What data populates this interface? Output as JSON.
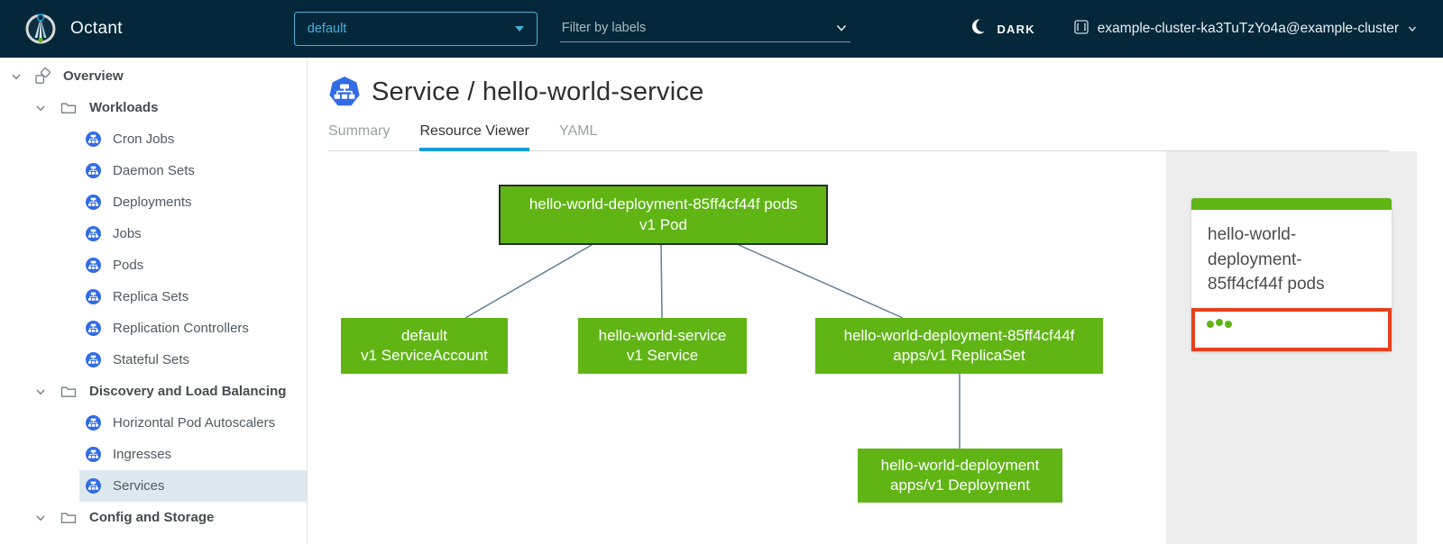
{
  "header": {
    "app_title": "Octant",
    "namespace_dropdown": {
      "value": "default"
    },
    "filter": {
      "placeholder": "Filter by labels"
    },
    "theme_toggle": {
      "label": "DARK"
    },
    "cluster_selector": {
      "label": "example-cluster-ka3TuTzYo4a@example-cluster"
    }
  },
  "sidebar": {
    "items": [
      {
        "label": "Overview"
      },
      {
        "label": "Workloads"
      },
      {
        "label": "Cron Jobs"
      },
      {
        "label": "Daemon Sets"
      },
      {
        "label": "Deployments"
      },
      {
        "label": "Jobs"
      },
      {
        "label": "Pods"
      },
      {
        "label": "Replica Sets"
      },
      {
        "label": "Replication Controllers"
      },
      {
        "label": "Stateful Sets"
      },
      {
        "label": "Discovery and Load Balancing"
      },
      {
        "label": "Horizontal Pod Autoscalers"
      },
      {
        "label": "Ingresses"
      },
      {
        "label": "Services",
        "selected": true
      },
      {
        "label": "Config and Storage"
      }
    ]
  },
  "main": {
    "title": "Service / hello-world-service",
    "tabs": [
      {
        "label": "Summary",
        "active": false
      },
      {
        "label": "Resource Viewer",
        "active": true
      },
      {
        "label": "YAML",
        "active": false
      }
    ]
  },
  "graph": {
    "nodes": [
      {
        "id": "pod",
        "line1": "hello-world-deployment-85ff4cf44f pods",
        "line2": "v1 Pod"
      },
      {
        "id": "serviceaccount",
        "line1": "default",
        "line2": "v1 ServiceAccount"
      },
      {
        "id": "service",
        "line1": "hello-world-service",
        "line2": "v1 Service"
      },
      {
        "id": "replicaset",
        "line1": "hello-world-deployment-85ff4cf44f",
        "line2": "apps/v1 ReplicaSet"
      },
      {
        "id": "deployment",
        "line1": "hello-world-deployment",
        "line2": "apps/v1 Deployment"
      }
    ]
  },
  "detail_panel": {
    "card_title": "hello-world-deployment-85ff4cf44f pods",
    "pod_status_dots": 3
  },
  "colors": {
    "header_bg": "#04283a",
    "accent_blue": "#49afd9",
    "k8s_icon_blue": "#326ce5",
    "node_green": "#60b515",
    "selection_red": "#e8401c",
    "edge_blue_gray": "#5e7f96",
    "tab_underline_blue": "#189bd6",
    "sidebar_selected_bg": "#dde8ef"
  }
}
